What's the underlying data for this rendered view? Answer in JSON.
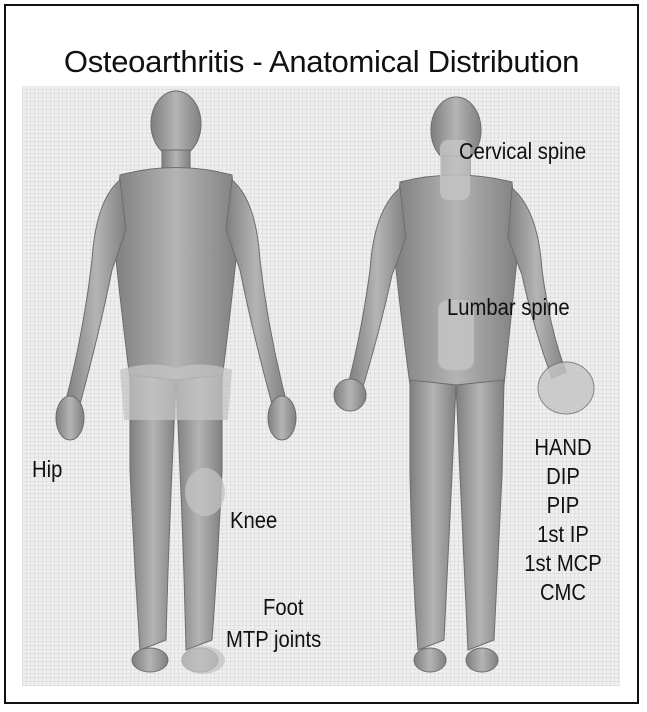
{
  "title": "Osteoarthritis - Anatomical Distribution",
  "labels": {
    "cervical_spine": "Cervical spine",
    "lumbar_spine": "Lumbar spine",
    "hip": "Hip",
    "knee": "Knee",
    "foot": "Foot",
    "mtp_joints": "MTP joints"
  },
  "hand": {
    "heading": "HAND",
    "joints": [
      "DIP",
      "PIP",
      "1st IP",
      "1st MCP",
      "CMC"
    ]
  },
  "figures": [
    "front-view",
    "back-view"
  ],
  "colors": {
    "body": "#9a9a9a",
    "background": "#efefef",
    "highlight": "#c4c4c4",
    "text": "#111111"
  }
}
